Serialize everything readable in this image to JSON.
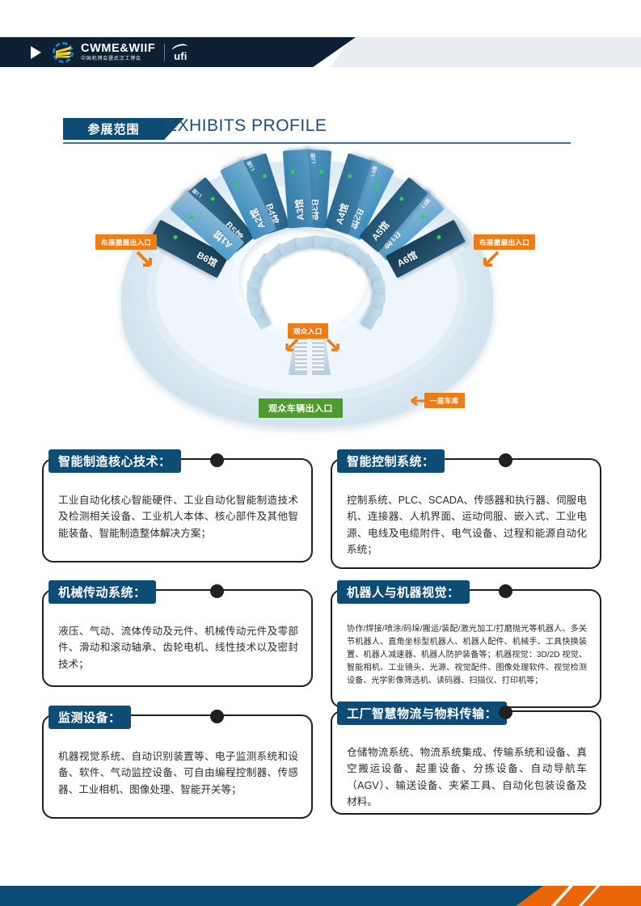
{
  "header": {
    "play_icon": "play-triangle-icon",
    "gear_icon": "gear-logo-icon",
    "logo_main": "CWME&WIIF",
    "logo_sub": "中国机博会暨武汉工博会",
    "ufi_label": "ufi",
    "ufi_swoosh_icon": "swoosh-icon"
  },
  "section": {
    "badge_cn": "参展范围",
    "title_en": "EXHIBITS PROFILE"
  },
  "floorplan": {
    "halls_left": [
      {
        "name": "B6馆",
        "floor": "L3层"
      },
      {
        "name": "B5馆",
        "floor": "L3层"
      },
      {
        "name": "B4馆",
        "floor": "L3层"
      },
      {
        "name": "B3馆",
        "floor": "L2层"
      },
      {
        "name": "B2馆",
        "floor": "L1层"
      },
      {
        "name": "B1馆",
        "floor": "L1层"
      }
    ],
    "halls_right": [
      {
        "name": "A6馆",
        "floor": "L3层"
      },
      {
        "name": "A5馆",
        "floor": "L3层"
      },
      {
        "name": "A4馆",
        "floor": "L3层"
      },
      {
        "name": "A3馆",
        "floor": "L2层"
      },
      {
        "name": "A2馆",
        "floor": "L1层"
      },
      {
        "name": "A1馆",
        "floor": "L1层"
      }
    ],
    "callouts": {
      "setup_exit_left": "布展撤展出入口",
      "setup_exit_right": "布展撤展出入口",
      "visitor_entrance": "观众入口",
      "visitor_vehicle": "观众车辆出入口",
      "garage": "一层车库"
    }
  },
  "cards": [
    {
      "title": "智能制造核心技术：",
      "text": "工业自动化核心智能硬件、工业自动化智能制造技术及检测相关设备、工业机人本体、核心部件及其他智能装备、智能制造整体解决方案；"
    },
    {
      "title": "智能控制系统：",
      "text": "控制系统、PLC、SCADA、传感器和执行器、伺服电机、连接器、人机界面、运动伺服、嵌入式、工业电源、电线及电缆附件、电气设备、过程和能源自动化系统；"
    },
    {
      "title": "机械传动系统：",
      "text": "液压、气动、流体传动及元件、机械传动元件及零部件、滑动和滚动轴承、齿轮电机、线性技术以及密封技术；"
    },
    {
      "title": "机器人与机器视觉：",
      "text": "协作/焊接/喷涂/码垛/搬运/装配/激光加工/打磨抛光等机器人、多关节机器人、直角坐标型机器人、机器人配件、机械手、工具快换装置、机器人减速器、机器人防护装备等；机器视觉：3D/2D 视觉、智能相机、工业镜头、光源、视觉配件、图像处理软件、视觉检测设备、光学影像筛选机、读码器、扫描仪、打印机等；"
    },
    {
      "title": "监测设备：",
      "text": "机器视觉系统、自动识别装置等、电子监测系统和设备、软件、气动监控设备、可自由编程控制器、传感器、工业相机、图像处理、智能开关等；"
    },
    {
      "title": "工厂智慧物流与物料传输：",
      "text": "仓储物流系统、物流系统集成、传输系统和设备、真空搬运设备、起重设备、分拣设备、自动导航车（AGV）、输送设备、夹紧工具、自动化包装设备及材料。"
    }
  ],
  "colors": {
    "navy": "#0d2034",
    "brand_blue": "#0c4c75",
    "orange": "#ef7d17",
    "green": "#4f9b2f",
    "ink": "#231f20"
  }
}
